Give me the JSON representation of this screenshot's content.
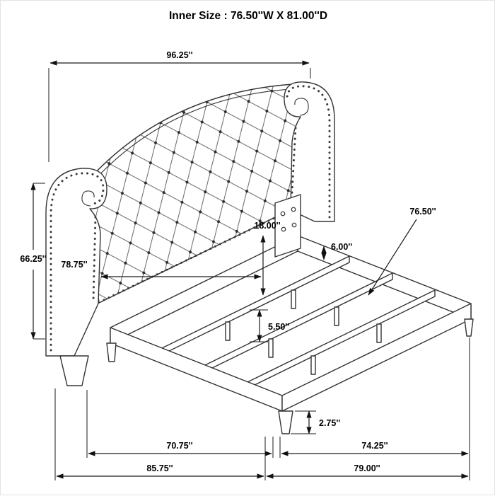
{
  "title": "Inner Size : 76.50''W X 81.00''D",
  "product": {
    "type": "bed-dimension-diagram",
    "subject": "upholstered bed with button-tufted scroll headboard and slat frame",
    "inner_size": {
      "width": "76.50''W",
      "depth": "81.00''D"
    }
  },
  "colors": {
    "line": "#333333",
    "dimension": "#111111",
    "background": "#ffffff"
  },
  "dimensions": {
    "headboard_overall_width": "96.25''",
    "headboard_height": "66.25''",
    "headboard_panel_to_rail": "18.00''",
    "headboard_inner_width": "78.75''",
    "side_rail_height": "6.00''",
    "slat_length": "76.50''",
    "center_support_height": "5.50''",
    "leg_height": "2.75''",
    "frame_front_width": "70.75''",
    "frame_side_depth": "74.25''",
    "overall_width": "85.75''",
    "overall_depth": "79.00''"
  }
}
